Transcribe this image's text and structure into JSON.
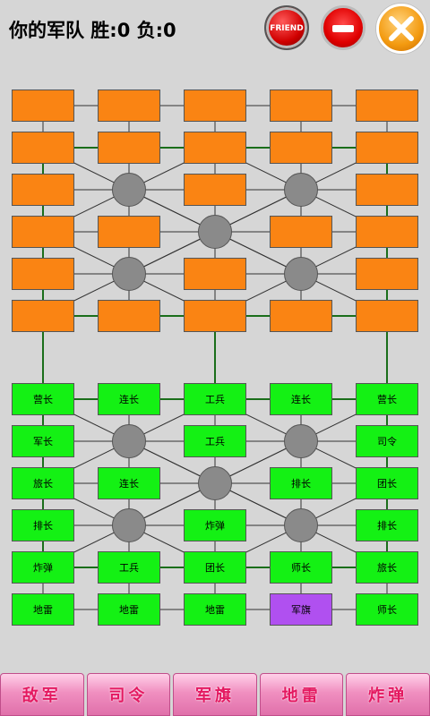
{
  "header": {
    "title": "你的军队  胜:0  负:0",
    "btn_red_label": "FRIEND"
  },
  "board": {
    "enemy_rows": [
      [
        "",
        "",
        "",
        "",
        ""
      ],
      [
        "",
        "",
        "",
        "",
        ""
      ],
      [
        "",
        null,
        "",
        null,
        ""
      ],
      [
        "",
        "",
        null,
        "",
        ""
      ],
      [
        "",
        null,
        "",
        null,
        ""
      ],
      [
        "",
        "",
        "",
        "",
        ""
      ]
    ],
    "my_rows": [
      [
        "营长",
        "连长",
        "工兵",
        "连长",
        "营长"
      ],
      [
        "军长",
        null,
        "工兵",
        null,
        "司令"
      ],
      [
        "旅长",
        "连长",
        null,
        "排长",
        "团长"
      ],
      [
        "排长",
        null,
        "炸弹",
        null,
        "排长"
      ],
      [
        "炸弹",
        "工兵",
        "团长",
        "师长",
        "旅长"
      ],
      [
        "地雷",
        "地雷",
        "地雷",
        "军旗",
        "师长"
      ]
    ],
    "flag_piece": "军旗"
  },
  "colors": {
    "enemy": "#fa8413",
    "mine": "#14f114",
    "flag": "#b050f0",
    "camp": "#8a8a8a",
    "railroad": "#1a6e1a"
  },
  "bottom_buttons": [
    "敌军",
    "司令",
    "军旗",
    "地雷",
    "炸弹"
  ]
}
